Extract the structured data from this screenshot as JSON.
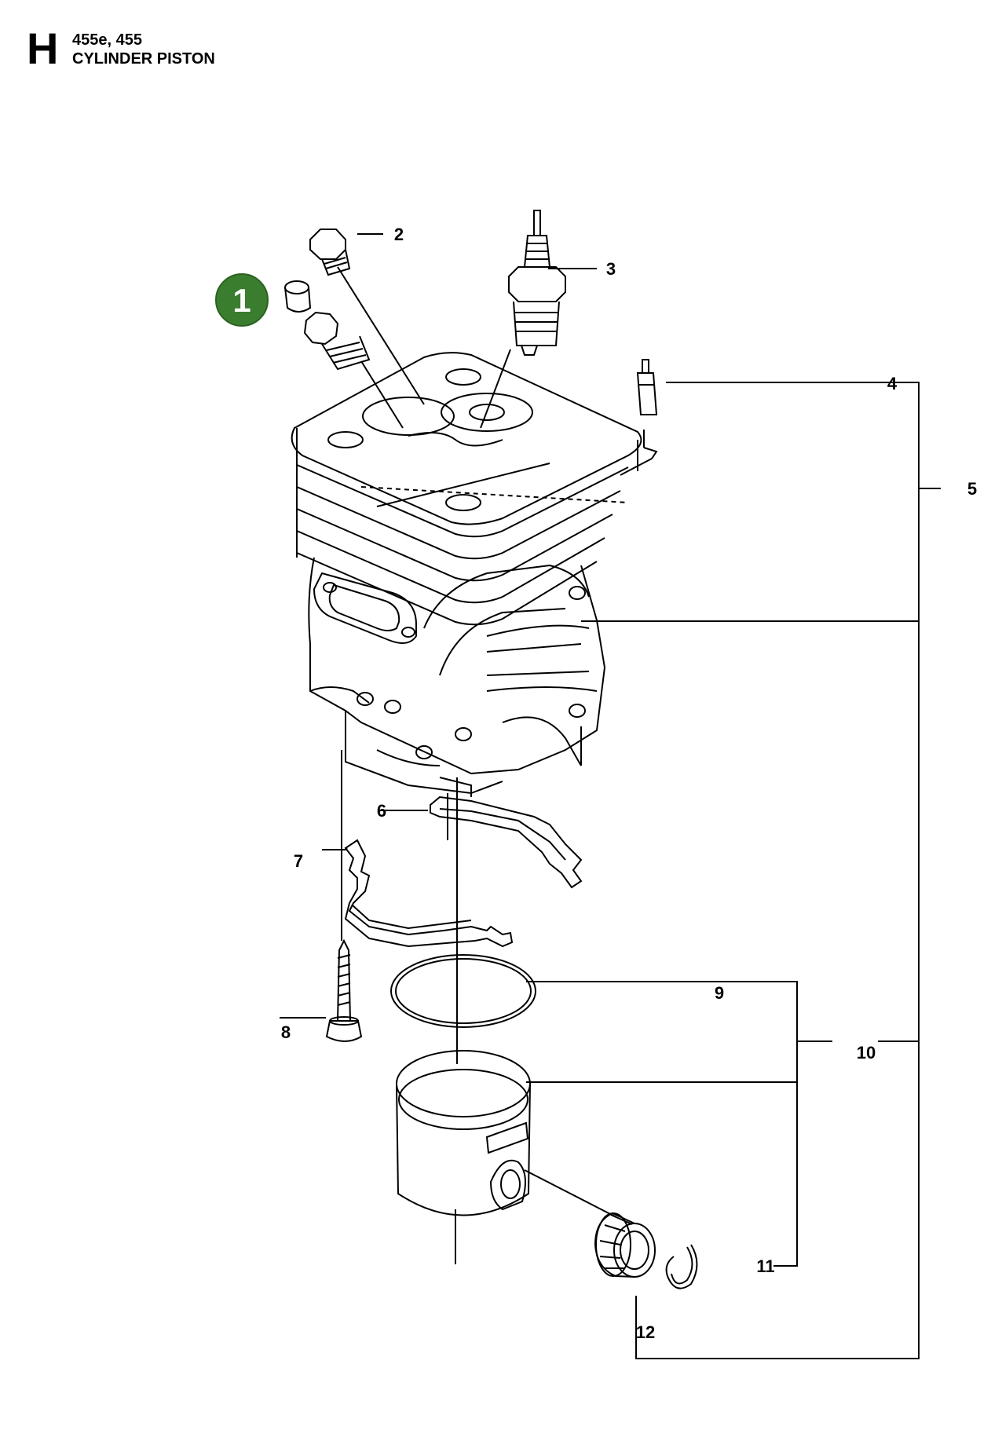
{
  "header": {
    "section": "H",
    "model": "455e, 455",
    "title": "CYLINDER PISTON"
  },
  "callouts": {
    "c1": "1",
    "c2": "2",
    "c3": "3",
    "c4": "4",
    "c5": "5",
    "c6": "6",
    "c7": "7",
    "c8": "8",
    "c9": "9",
    "c10": "10",
    "c11": "11",
    "c12": "12"
  },
  "colors": {
    "badge": "#3a7d2e",
    "line": "#000000"
  }
}
